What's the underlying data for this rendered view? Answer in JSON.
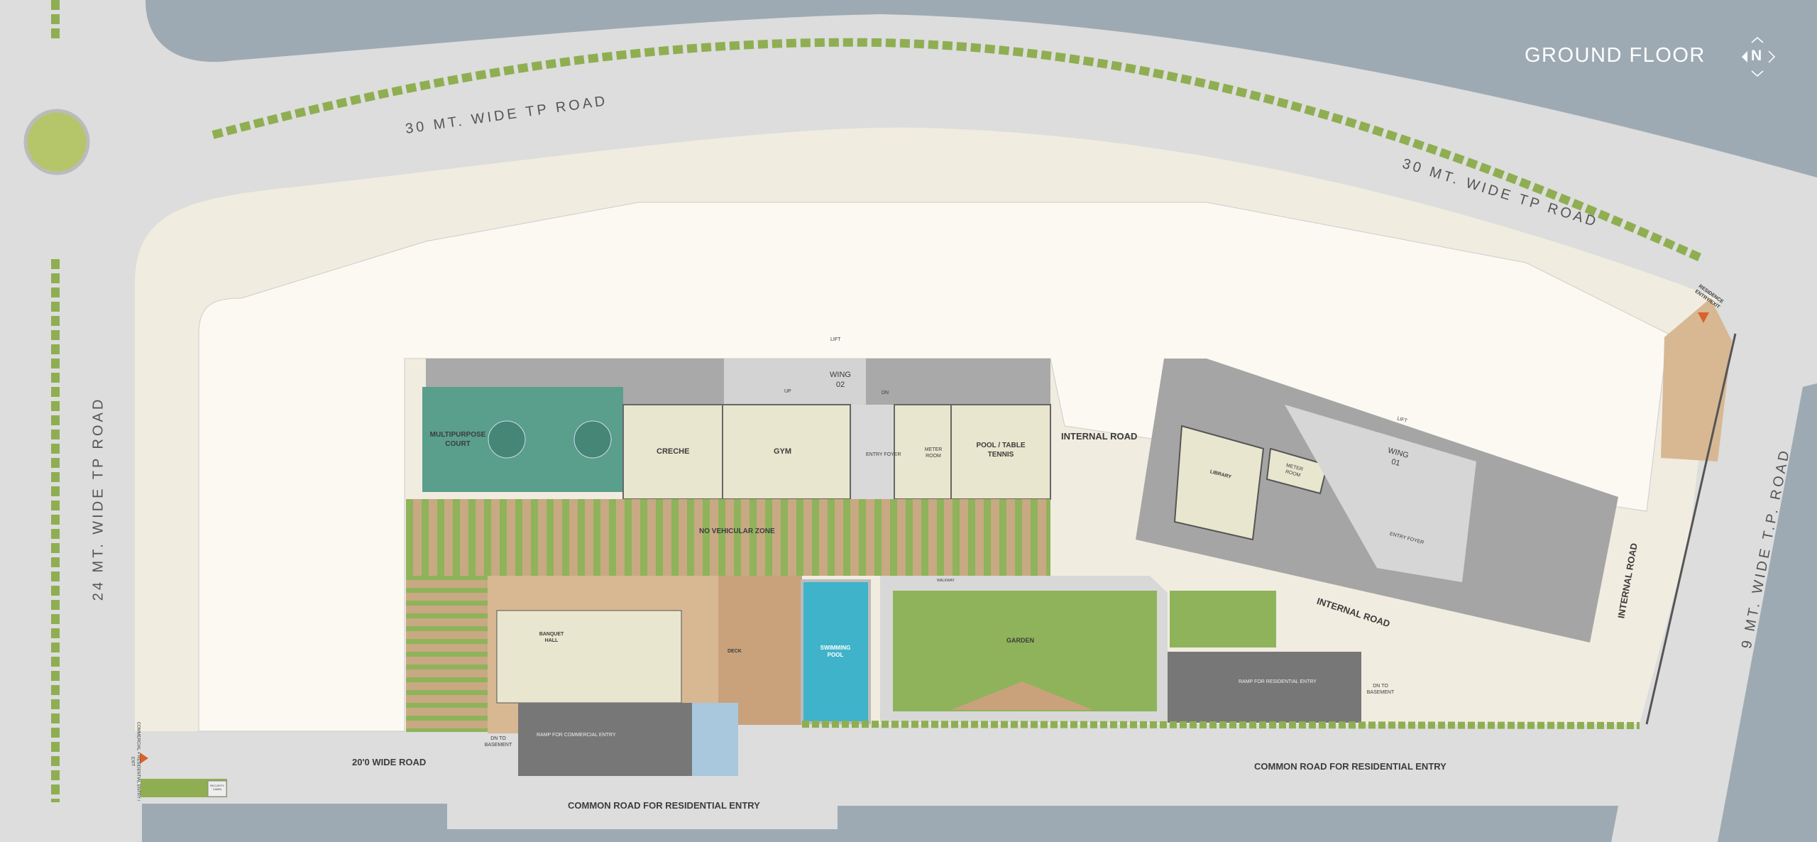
{
  "header": {
    "title": "GROUND FLOOR",
    "north_label": "N"
  },
  "roads": {
    "top_left": "30 MT. WIDE TP ROAD",
    "top_right": "30 MT. WIDE TP ROAD",
    "left": "24 MT. WIDE TP ROAD",
    "right": "9 MT. WIDE T.P. ROAD",
    "bottom_left": "20'0 WIDE ROAD",
    "common_bottom": "COMMON ROAD FOR RESIDENTIAL ENTRY",
    "common_right": "COMMON ROAD FOR RESIDENTIAL ENTRY",
    "internal_1": "INTERNAL ROAD",
    "internal_2": "INTERNAL ROAD",
    "internal_3": "INTERNAL ROAD"
  },
  "rooms": {
    "court": "MULTIPURPOSE COURT",
    "creche": "CRECHE",
    "gym": "GYM",
    "wing2": "WING 02",
    "entry_foyer_2": "ENTRY FOYER",
    "meter_room_2": "METER ROOM",
    "pool_tt": "POOL / TABLE TENNIS",
    "lift": "LIFT",
    "up": "UP",
    "dn": "DN",
    "no_vehicular": "NO VEHICULAR ZONE",
    "banquet": "BANQUET HALL",
    "deck": "DECK",
    "swimming_pool": "SWIMMING POOL",
    "garden": "GARDEN",
    "walkway": "WALKWAY",
    "library": "LIBRARY",
    "meter_room_1": "METER ROOM",
    "wing1": "WING 01",
    "entry_foyer_1": "ENTRY FOYER",
    "ramp_commercial": "RAMP FOR COMMERCIAL ENTRY",
    "ramp_residential": "RAMP FOR RESIDENTIAL ENTRY",
    "dn_basement_1": "DN TO BASEMENT",
    "dn_basement_2": "DN TO BASEMENT",
    "residence_entry": "RESIDENCE ENTRY/EXIT",
    "commercial_entry": "COMMERCIAL + RESIDENTIAL ENTRY / EXIT",
    "security_cabin": "SECURITY CABIN"
  },
  "colors": {
    "background": "#dcdddc",
    "water": "#9eaab3",
    "site": "#fbf9f2",
    "court": "#5a9e8c",
    "amenity": "#e9e6cf",
    "lawn": "#8fb35a",
    "deck": "#c9a27c",
    "pool": "#3fb3c9",
    "entry_arrow": "#d9622b"
  }
}
